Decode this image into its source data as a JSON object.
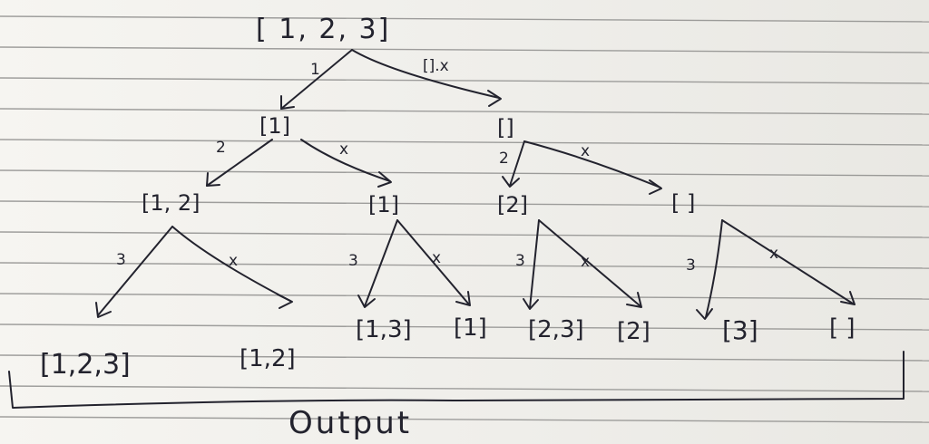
{
  "tree": {
    "root": "[ 1, 2, 3]",
    "nodes": [
      {
        "id": "n1",
        "label": "[1]"
      },
      {
        "id": "n2",
        "label": "[]"
      },
      {
        "id": "n3",
        "label": "[1, 2]"
      },
      {
        "id": "n4",
        "label": "[1]"
      },
      {
        "id": "n5",
        "label": "[2]"
      },
      {
        "id": "n6",
        "label": "[ ]"
      }
    ],
    "edge_labels": {
      "root_left": "1",
      "root_right": "[].x",
      "n1_left": "2",
      "n1_right": "x",
      "n2_left": "2",
      "n2_right": "x",
      "n3_left": "3",
      "n3_right": "x",
      "n4_left": "3",
      "n4_right": "x",
      "n5_left": "3",
      "n5_right": "x",
      "n6_left": "3",
      "n6_right": "x"
    },
    "leaves": [
      "[1,2,3]",
      "[1,2]",
      "[1,3]",
      "[1]",
      "[2,3]",
      "[2]",
      "[3]",
      "[ ]"
    ],
    "output_label": "Output"
  }
}
